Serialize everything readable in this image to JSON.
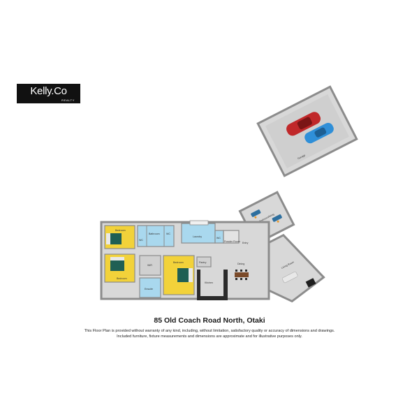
{
  "branding": {
    "logo_text": "Kelly.Co",
    "logo_subtext": "REALTY"
  },
  "plan": {
    "title": "85 Old Coach Road North, Otaki",
    "disclaimer_line1": "This Floor Plan is provided without warranty of any kind, including, without limitation, satisfactory quality or accuracy of dimensions and drawings.",
    "disclaimer_line2": "Included furniture, fixture measurements and dimensions are approximate and for illustrative purposes only.",
    "rooms": {
      "garage": "Garage",
      "bedroom_living": "Bedroom/living",
      "bedroom_top_left": "Bedroom",
      "bedroom_mid_left": "Bedroom",
      "bedroom_main": "Bedroom",
      "bathroom": "Bathroom",
      "wc_left": "WC",
      "wc_right": "WC",
      "wc_laundry": "WC",
      "laundry": "Laundry",
      "powder_room": "Powder Room",
      "entry": "Entry",
      "wir": "WIR",
      "ensuite": "Ensuite",
      "pantry": "Pantry",
      "kitchen": "Kitchen",
      "dining": "Dining",
      "living_room": "Living Room"
    }
  },
  "colors": {
    "floor": "#d8d8d8",
    "wall": "#8c8c8c",
    "bedroom_floor": "#f2d23a",
    "wet_area": "#a9d8ee",
    "kitchen_bench": "#2a2a2a",
    "car_red": "#c0282a",
    "car_blue": "#2f8fd8"
  }
}
